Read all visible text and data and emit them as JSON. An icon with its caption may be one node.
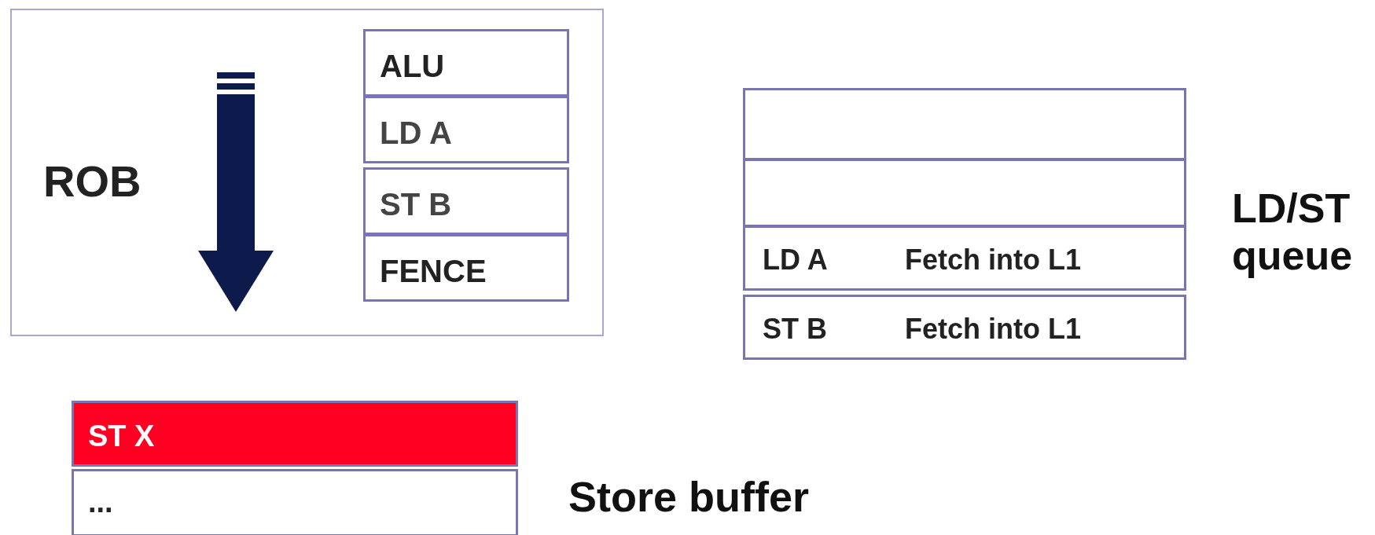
{
  "diagram": {
    "nodes": [
      {
        "text": [
          "ROB"
        ]
      },
      {
        "text": [
          "ALU"
        ],
        "in": 0
      },
      {
        "text": [
          "LD A"
        ],
        "in": 0
      },
      {
        "text": [
          "ST B"
        ],
        "in": 0
      },
      {
        "text": [
          "FENCE"
        ],
        "in": 0
      },
      {
        "text": [],
        "shape": "box"
      },
      {
        "text": [],
        "shape": "box"
      },
      {
        "text": [
          "LD A",
          "Fetch into L1"
        ]
      },
      {
        "text": [
          "ST B",
          "Fetch into L1"
        ]
      },
      {
        "text": [
          "ST X"
        ]
      },
      {
        "text": [
          "..."
        ]
      }
    ],
    "labels": [
      "LD/ST queue",
      "Store buffer"
    ]
  }
}
